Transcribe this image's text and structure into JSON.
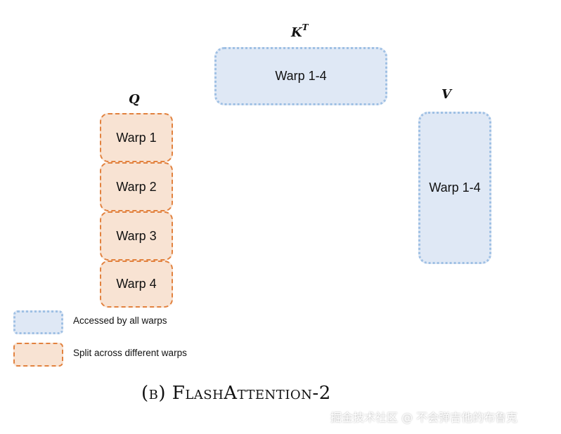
{
  "labels": {
    "kt_base": "K",
    "kt_sup": "T",
    "q": "Q",
    "v": "V"
  },
  "blocks": {
    "kt": "Warp 1-4",
    "v": "Warp 1-4",
    "q": [
      "Warp 1",
      "Warp 2",
      "Warp 3",
      "Warp 4"
    ]
  },
  "legend": {
    "accessed": "Accessed by all warps",
    "split": "Split across different warps"
  },
  "caption": "(b) FlashAttention-2",
  "watermark": "掘金技术社区 @ 不会弹吉他的布鲁克",
  "colors": {
    "blue_fill": "#dfe8f5",
    "blue_border": "#9fc0e4",
    "orange_fill": "#f8e3d3",
    "orange_border": "#e2823f"
  }
}
